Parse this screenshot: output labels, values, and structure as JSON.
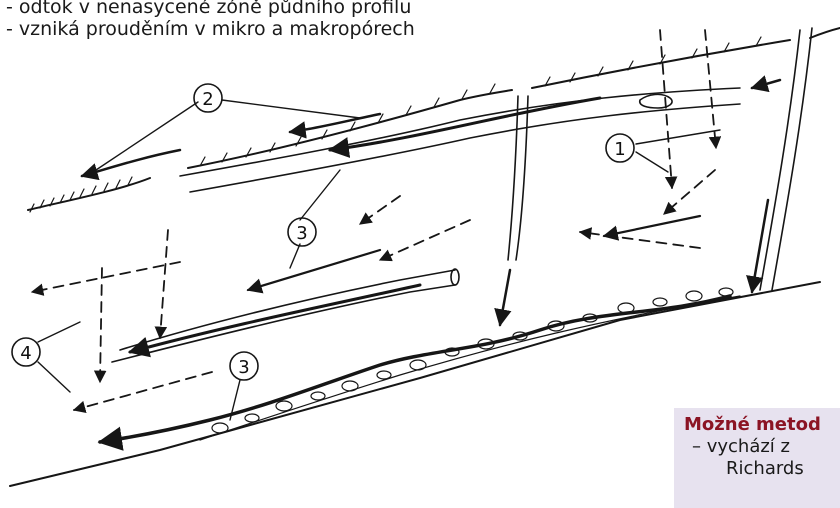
{
  "bullets": [
    "- odtok v nenasycené zóně půdního profilu",
    "- vzniká prouděním v mikro a makropórech"
  ],
  "diagram": {
    "labels": [
      "2",
      "1",
      "3",
      "4",
      "3"
    ]
  },
  "methods": {
    "title": "Možné metod",
    "item1": "– vychází z",
    "item2": "Richards"
  },
  "colors": {
    "title_accent": "#8b1424",
    "box_background": "#e7e2ef",
    "ink": "#161616"
  }
}
